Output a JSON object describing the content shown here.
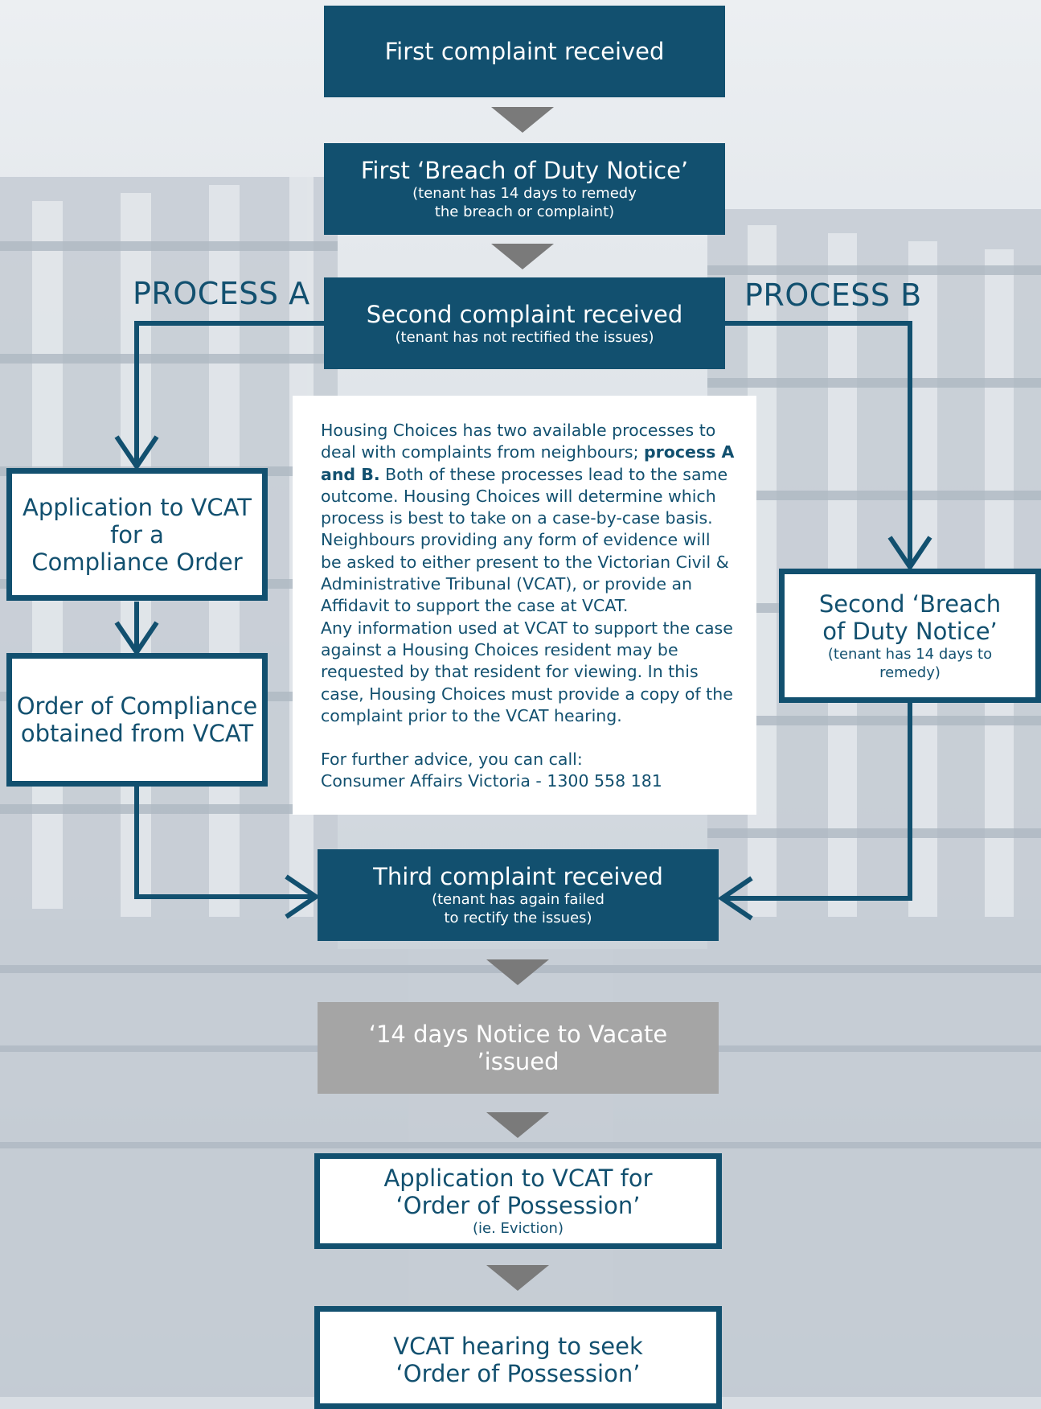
{
  "colors": {
    "primary": "#12506f",
    "grey": "#a5a5a5",
    "arrow": "#7a7a7a",
    "background": "#d9dee4"
  },
  "steps": {
    "first_complaint": {
      "title": "First complaint received"
    },
    "first_breach": {
      "title": "First ‘Breach of Duty Notice’",
      "note_line1": "(tenant has 14 days to remedy",
      "note_line2": "the breach or complaint)"
    },
    "second_complaint": {
      "title": "Second complaint received",
      "note": "(tenant has not rectified the issues)"
    },
    "third_complaint": {
      "title": "Third complaint received",
      "note_line1": "(tenant has again failed",
      "note_line2": "to rectify the issues)"
    },
    "notice_vacate": {
      "line1": "‘14 days Notice to Vacate",
      "line2": "’issued"
    },
    "application_possession": {
      "line1": "Application to VCAT for",
      "line2": "‘Order of Possession’",
      "note": "(ie. Eviction)"
    },
    "vcat_hearing": {
      "line1": "VCAT hearing to seek",
      "line2": "‘Order of Possession’"
    }
  },
  "process_a": {
    "label": "PROCESS A",
    "application": {
      "line1": "Application to VCAT",
      "line2": "for a",
      "line3": "Compliance Order"
    },
    "order": {
      "line1": "Order of Compliance",
      "line2": "obtained from VCAT"
    }
  },
  "process_b": {
    "label": "PROCESS B",
    "second_breach": {
      "line1": "Second ‘Breach",
      "line2": "of Duty Notice’",
      "note_line1": "(tenant has 14 days to",
      "note_line2": "remedy)"
    }
  },
  "info": {
    "intro": "Housing Choices has two available processes to deal with complaints from neighbours; ",
    "intro_bold": "process A and B.",
    "body1": " Both of these processes lead to the same outcome. Housing Choices will determine which process is best to take on a case-by-case basis. Neighbours providing any form of evidence will be asked to either present to the Victorian Civil & Administrative Tribunal (VCAT), or provide an Affidavit to support the case at VCAT.",
    "body2": "Any information used at VCAT to support the case against a Housing Choices resident may be requested by that resident for viewing. In this case, Housing Choices must provide a copy of the complaint prior to the VCAT hearing.",
    "contact_line1": "For further advice, you can call:",
    "contact_line2": "Consumer Affairs Victoria - 1300 558 181"
  }
}
